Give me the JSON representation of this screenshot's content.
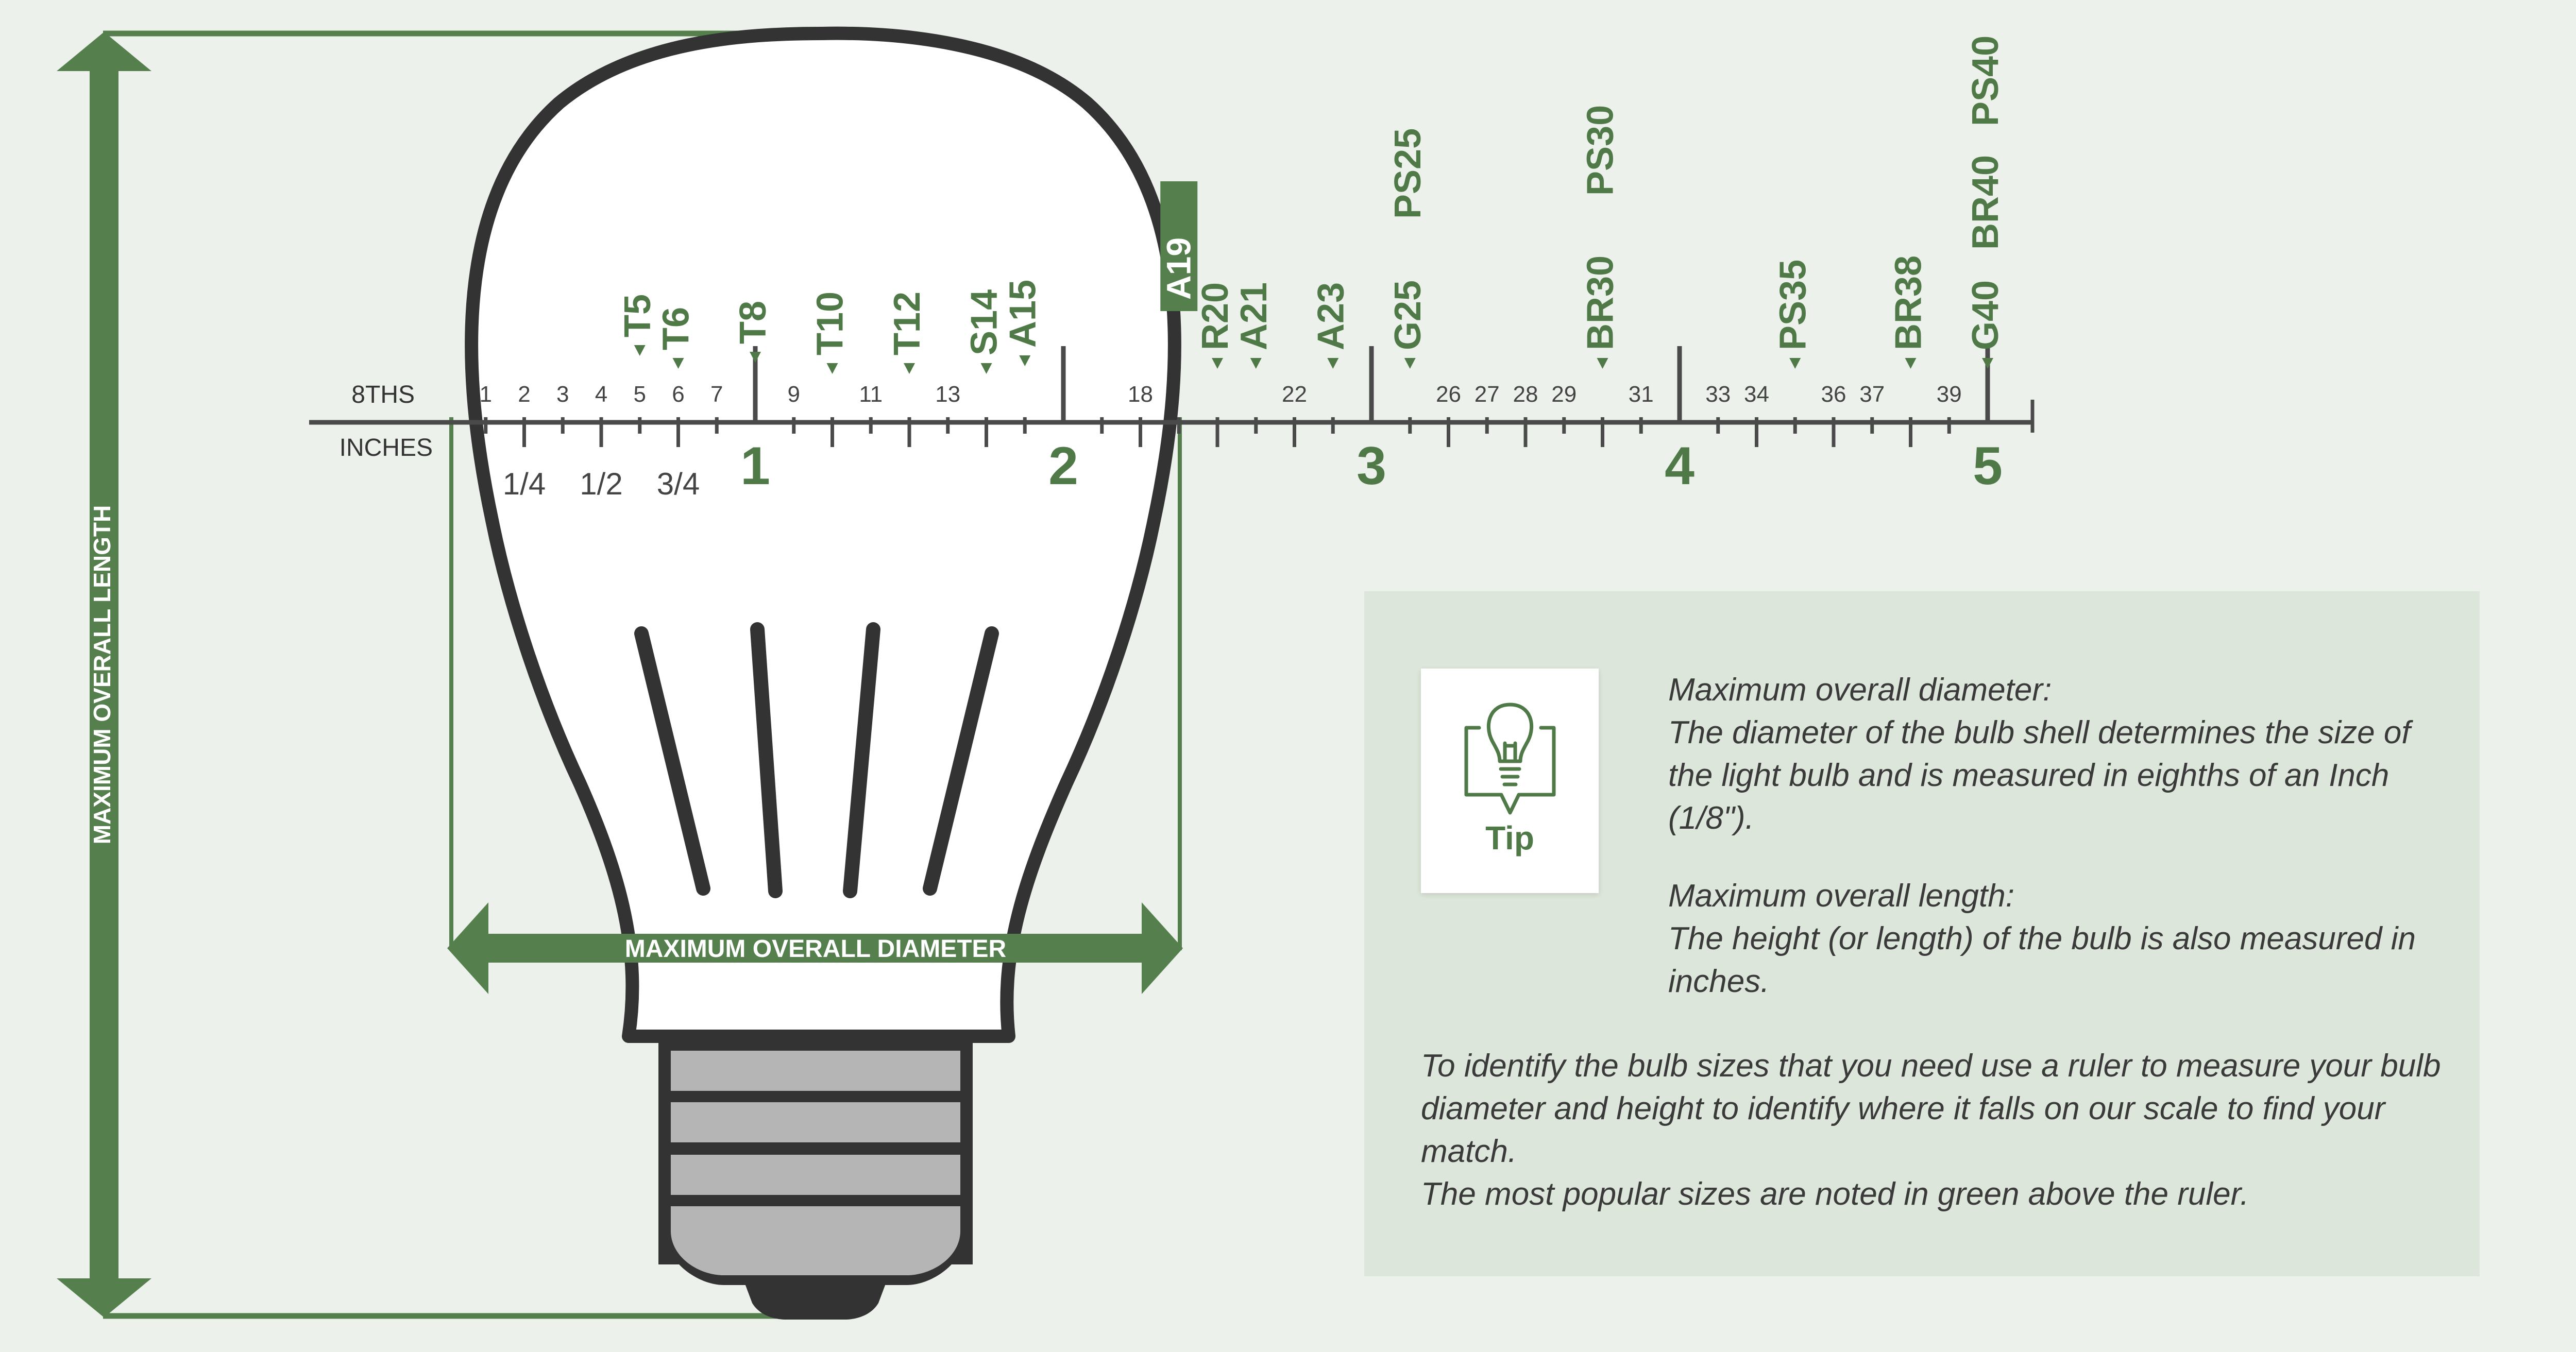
{
  "labels": {
    "max_length": "MAXIMUM OVERALL LENGTH",
    "max_diameter": "MAXIMUM OVERALL DIAMETER",
    "eighths": "8THS",
    "inches": "INCHES"
  },
  "ruler": {
    "eighth_labels": [
      "1",
      "2",
      "3",
      "4",
      "5",
      "6",
      "7",
      "9",
      "11",
      "13",
      "18",
      "22",
      "26",
      "27",
      "28",
      "29",
      "31",
      "33",
      "34",
      "36",
      "37",
      "39"
    ],
    "fraction_labels": [
      "1/4",
      "1/2",
      "3/4"
    ],
    "inch_labels": [
      "1",
      "2",
      "3",
      "4",
      "5"
    ]
  },
  "bulb_sizes": [
    "T5",
    "T6",
    "T8",
    "T10",
    "T12",
    "S14",
    "A15",
    "A19",
    "R20",
    "A21",
    "A23",
    "G25",
    "PS25",
    "BR30",
    "PS30",
    "PS35",
    "BR38",
    "G40",
    "BR40",
    "PS40"
  ],
  "highlighted_size": "A19",
  "colors": {
    "green": "#4f7a47",
    "arrow_green": "#55804d",
    "ruler": "#4a4a4a",
    "bulb_outline": "#333333",
    "panel": "#dde6da"
  },
  "tip": {
    "label": "Tip",
    "icon": "lightbulb-tip-icon",
    "diameter_title": "Maximum overall diameter:",
    "diameter_text": "The diameter of the bulb shell determines the size of the light bulb and is measured in eighths of an Inch (1/8\").",
    "length_title": "Maximum overall length:",
    "length_text": "The height (or length) of the bulb is also measured in inches.",
    "identify_text": "To identify the bulb sizes that you need use a ruler to measure your bulb diameter and height to identify where it falls on our scale to find your match.",
    "popular_text": "The most popular sizes are noted in green above the ruler."
  }
}
